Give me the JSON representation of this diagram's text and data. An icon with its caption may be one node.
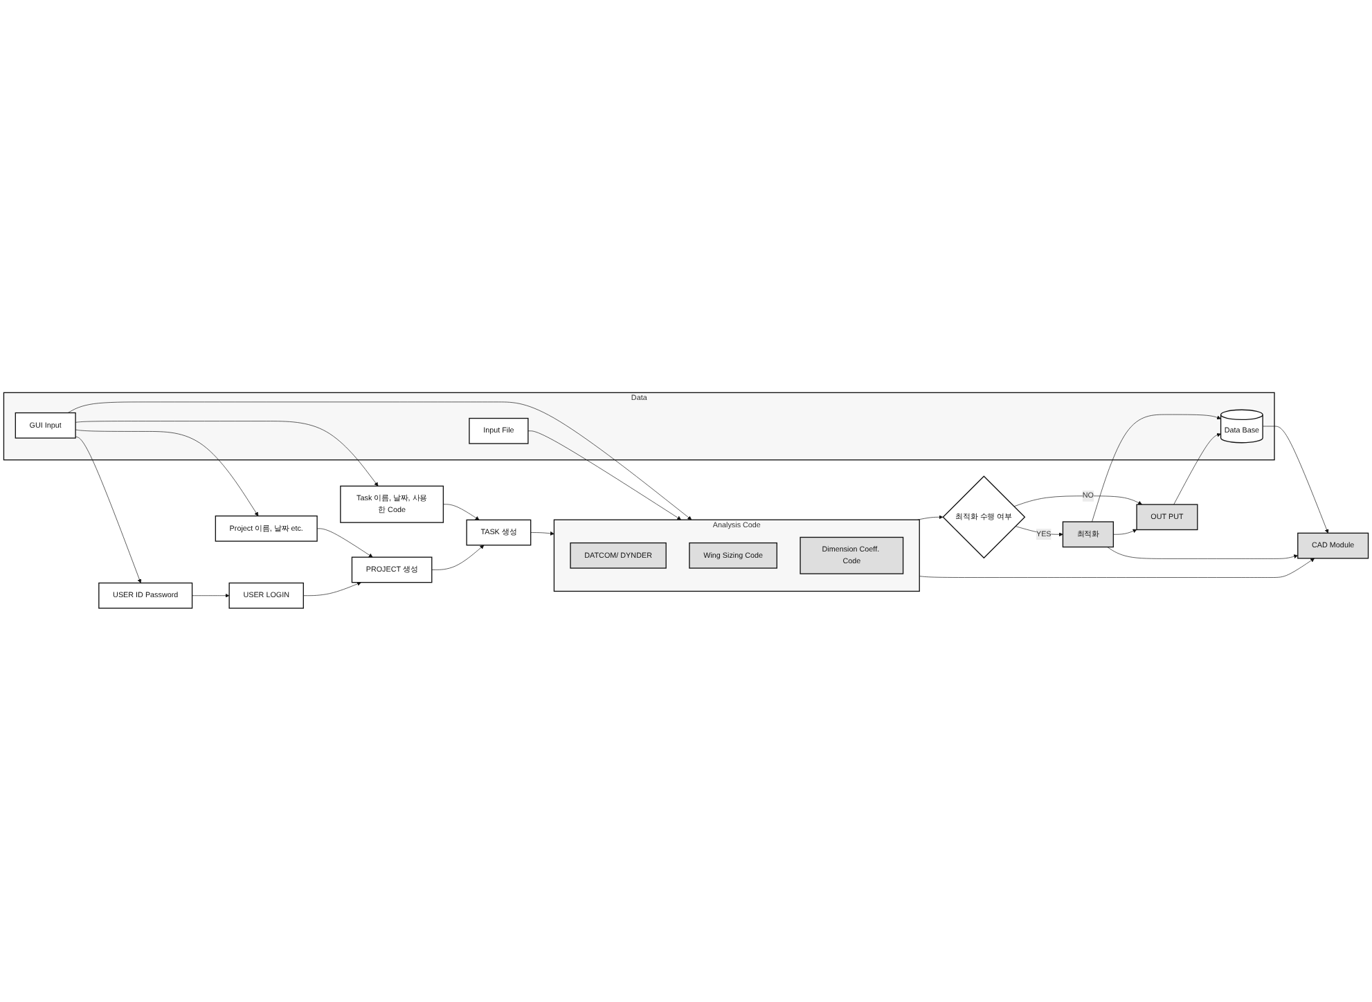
{
  "diagram": {
    "nodes": [
      {
        "text": [
          "USER ID Password"
        ]
      },
      {
        "text": [
          "Project 이름, 날짜 etc."
        ]
      },
      {
        "text": [
          "Task 이름, 날짜, 사용한 Code"
        ]
      },
      {
        "text": [
          "Data"
        ]
      },
      {
        "text": [
          "GUI Input"
        ],
        "in": 3
      },
      {
        "text": [
          "Input File"
        ],
        "in": 3
      },
      {
        "text": [
          "Data Base"
        ],
        "in": 3
      },
      {
        "text": [
          "USER LOGIN"
        ]
      },
      {
        "text": [
          "PROJECT 생성"
        ]
      },
      {
        "text": [
          "TASK 생성"
        ]
      },
      {
        "text": [
          "Analysis Code"
        ]
      },
      {
        "text": [
          "DATCOM/ DYNDER"
        ],
        "in": 10
      },
      {
        "text": [
          "Wing Sizing Code"
        ],
        "in": 10
      },
      {
        "text": [
          "Dimension Coeff. Code"
        ],
        "in": 10
      },
      {
        "text": [
          "최적화 수행 여부"
        ]
      },
      {
        "text": [
          "최적화"
        ]
      },
      {
        "text": [
          "OUT PUT"
        ]
      },
      {
        "text": [
          "CAD Module"
        ]
      }
    ],
    "edges": [
      {
        "from": 4,
        "to": 0,
        "arrow": "to"
      },
      {
        "from": 4,
        "to": 1,
        "arrow": "to"
      },
      {
        "from": 4,
        "to": 2,
        "arrow": "to"
      },
      {
        "from": 0,
        "to": 7,
        "arrow": "to"
      },
      {
        "from": 1,
        "to": 8,
        "arrow": "to"
      },
      {
        "from": 2,
        "to": 9,
        "arrow": "to"
      },
      {
        "from": 7,
        "to": 8,
        "arrow": "to"
      },
      {
        "from": 8,
        "to": 9,
        "arrow": "to"
      },
      {
        "from": 9,
        "to": 10,
        "arrow": "to"
      },
      {
        "from": 4,
        "to": 10,
        "arrow": "to"
      },
      {
        "from": 5,
        "to": 10,
        "arrow": "to"
      },
      {
        "from": 6,
        "to": 17,
        "arrow": "to"
      },
      {
        "from": 10,
        "to": 14,
        "arrow": "to"
      },
      {
        "from": 14,
        "to": 15,
        "label": "YES",
        "arrow": "to"
      },
      {
        "from": 14,
        "to": 16,
        "label": "NO",
        "arrow": "to"
      },
      {
        "from": 15,
        "to": 16,
        "arrow": "to"
      },
      {
        "from": 15,
        "to": 6,
        "arrow": "to"
      },
      {
        "from": 16,
        "to": 6,
        "arrow": "to"
      },
      {
        "from": 10,
        "to": 17,
        "arrow": "to"
      },
      {
        "from": 15,
        "to": 17,
        "arrow": "to"
      }
    ]
  }
}
